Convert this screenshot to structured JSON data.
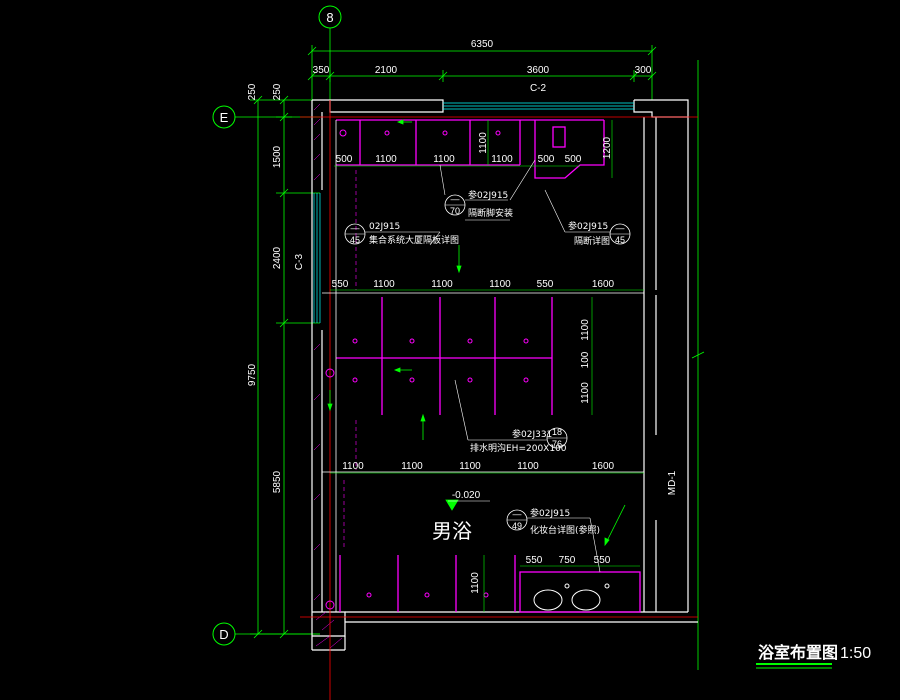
{
  "drawing": {
    "title": "浴室布置图",
    "scale": "1:50",
    "room_name": "男浴",
    "level": "-0.020"
  },
  "axes": {
    "col_8": "8",
    "row_e": "E",
    "row_d": "D"
  },
  "dims_top": {
    "total": "6350",
    "d1": "350",
    "d2": "2100",
    "d3": "3600",
    "d4": "300",
    "window": "C-2"
  },
  "dims_left": {
    "total": "9750",
    "a1": "250",
    "a2": "250",
    "b1": "1500",
    "b2": "2400",
    "b3": "5850",
    "window": "C-3"
  },
  "dims_right": {
    "door": "MD-1"
  },
  "dims_row1": [
    "500",
    "1100",
    "1100",
    "1100",
    "500",
    "500",
    "1200",
    "1100"
  ],
  "dims_row2": [
    "550",
    "1100",
    "1100",
    "1100",
    "550",
    "1600"
  ],
  "dims_row2_v": [
    "1100",
    "100",
    "1100"
  ],
  "dims_row3": [
    "1100",
    "1100",
    "1100",
    "1100",
    "1600"
  ],
  "dims_row3_v": "1100",
  "dims_basin": [
    "550",
    "750",
    "550"
  ],
  "callouts": [
    {
      "ref": "参02J915",
      "num": "—",
      "sheet": "70",
      "text": "隔断脚安装"
    },
    {
      "ref": "02J915",
      "num": "—",
      "sheet": "45",
      "text": "集合系统大厦隔板详图"
    },
    {
      "ref": "参02J915",
      "num": "—",
      "sheet": "45",
      "text": "隔断详图"
    },
    {
      "ref": "参02J331",
      "num": "18",
      "sheet": "76",
      "text": "排水明沟EH=200X100"
    },
    {
      "ref": "参02J915",
      "num": "—",
      "sheet": "49",
      "text": "化妆台详图(参照)"
    }
  ],
  "colors": {
    "wall": "#ffffff",
    "partition": "#ff00ff",
    "dimension": "#00ff00",
    "axis": "#00ff00",
    "window": "#00ffff",
    "centerline": "#ff0000"
  }
}
